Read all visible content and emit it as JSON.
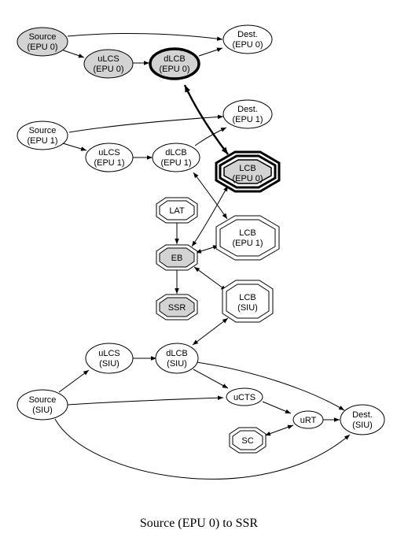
{
  "nodes": {
    "source_epu0": [
      "Source",
      "(EPU 0)"
    ],
    "ulcs_epu0": [
      "uLCS",
      "(EPU 0)"
    ],
    "dlcb_epu0": [
      "dLCB",
      "(EPU 0)"
    ],
    "dest_epu0": [
      "Dest.",
      "(EPU 0)"
    ],
    "source_epu1": [
      "Source",
      "(EPU 1)"
    ],
    "ulcs_epu1": [
      "uLCS",
      "(EPU 1)"
    ],
    "dlcb_epu1": [
      "dLCB",
      "(EPU 1)"
    ],
    "dest_epu1": [
      "Dest.",
      "(EPU 1)"
    ],
    "lcb_epu0": [
      "LCB",
      "(EPU 0)"
    ],
    "lcb_epu1": [
      "LCB",
      "(EPU 1)"
    ],
    "lcb_siu": [
      "LCB",
      "(SIU)"
    ],
    "lat": [
      "LAT"
    ],
    "eb": [
      "EB"
    ],
    "ssr": [
      "SSR"
    ],
    "ulcs_siu": [
      "uLCS",
      "(SIU)"
    ],
    "dlcb_siu": [
      "dLCB",
      "(SIU)"
    ],
    "source_siu": [
      "Source",
      "(SIU)"
    ],
    "ucts": [
      "uCTS"
    ],
    "urt": [
      "uRT"
    ],
    "sc": [
      "SC"
    ],
    "dest_siu": [
      "Dest.",
      "(SIU)"
    ]
  },
  "caption": "Source (EPU 0) to SSR",
  "colors": {
    "highlight_fill": "#d3d3d3",
    "normal_fill": "#ffffff",
    "stroke": "#000000"
  }
}
